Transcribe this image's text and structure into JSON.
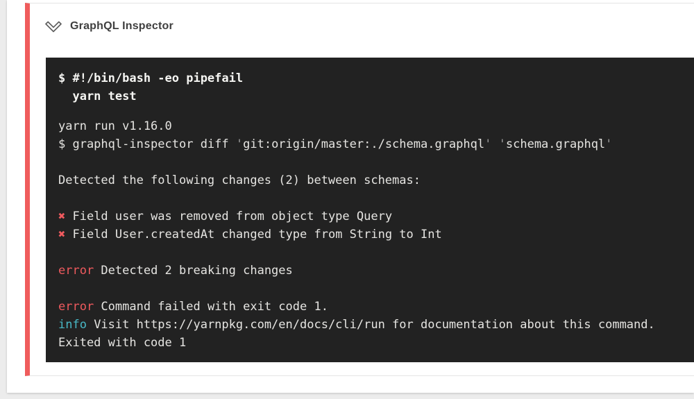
{
  "page": {
    "background_color": "#ececec",
    "panel_background": "#ffffff"
  },
  "card": {
    "title": "GraphQL Inspector",
    "accent_color": "#ef5c5c",
    "border_color": "#e4e4e4",
    "icon_color": "#5f5f5f"
  },
  "terminal": {
    "background": "#222222",
    "colors": {
      "fg": "#e6e5e2",
      "bright": "#f5f5f2",
      "red": "#ef5a5e",
      "cyan": "#49b9c7",
      "dim": "#9a9a9a"
    },
    "command_lines": [
      "$ #!/bin/bash -eo pipefail",
      "  yarn test"
    ],
    "output_lines": [
      [
        {
          "t": "yarn run v1.16.0",
          "c": "fg"
        }
      ],
      [
        {
          "t": "$ graphql-inspector diff ",
          "c": "fg"
        },
        {
          "t": "'",
          "c": "dim"
        },
        {
          "t": "git:origin/master:./schema.graphql",
          "c": "fg"
        },
        {
          "t": "'",
          "c": "dim"
        },
        {
          "t": " ",
          "c": "fg"
        },
        {
          "t": "'",
          "c": "dim"
        },
        {
          "t": "schema.graphql",
          "c": "fg"
        },
        {
          "t": "'",
          "c": "dim"
        }
      ],
      [],
      [
        {
          "t": "Detected the following changes (2) between schemas:",
          "c": "fg"
        }
      ],
      [],
      [
        {
          "t": "✖",
          "c": "red"
        },
        {
          "t": " Field user was removed from object type Query",
          "c": "fg"
        }
      ],
      [
        {
          "t": "✖",
          "c": "red"
        },
        {
          "t": " Field User.createdAt changed type from String to Int",
          "c": "fg"
        }
      ],
      [],
      [
        {
          "t": "error",
          "c": "red"
        },
        {
          "t": " Detected 2 breaking changes",
          "c": "fg"
        }
      ],
      [],
      [
        {
          "t": "error",
          "c": "red"
        },
        {
          "t": " Command failed with exit code 1.",
          "c": "fg"
        }
      ],
      [
        {
          "t": "info",
          "c": "cyan"
        },
        {
          "t": " Visit https://yarnpkg.com/en/docs/cli/run for documentation about this command.",
          "c": "fg"
        }
      ],
      [
        {
          "t": "Exited with code 1",
          "c": "fg"
        }
      ]
    ]
  }
}
